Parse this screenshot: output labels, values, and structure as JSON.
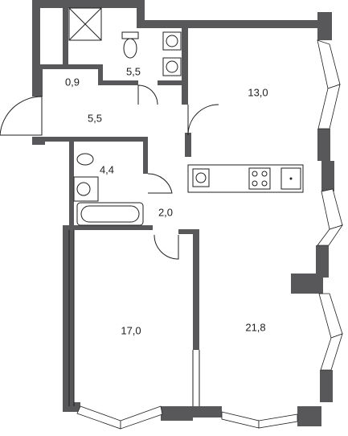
{
  "rooms": [
    {
      "id": "wc-small",
      "area": "0,9"
    },
    {
      "id": "bathroom-top",
      "area": "5,5"
    },
    {
      "id": "bedroom-top",
      "area": "13,0"
    },
    {
      "id": "hall",
      "area": "5,5"
    },
    {
      "id": "bathroom-mid",
      "area": "4,4"
    },
    {
      "id": "corridor",
      "area": "2,0"
    },
    {
      "id": "bedroom-bottom",
      "area": "17,0"
    },
    {
      "id": "living-kitchen",
      "area": "21,8"
    }
  ],
  "colors": {
    "wall": "#58585a",
    "line": "#1e1e1e",
    "background": "#ffffff"
  }
}
